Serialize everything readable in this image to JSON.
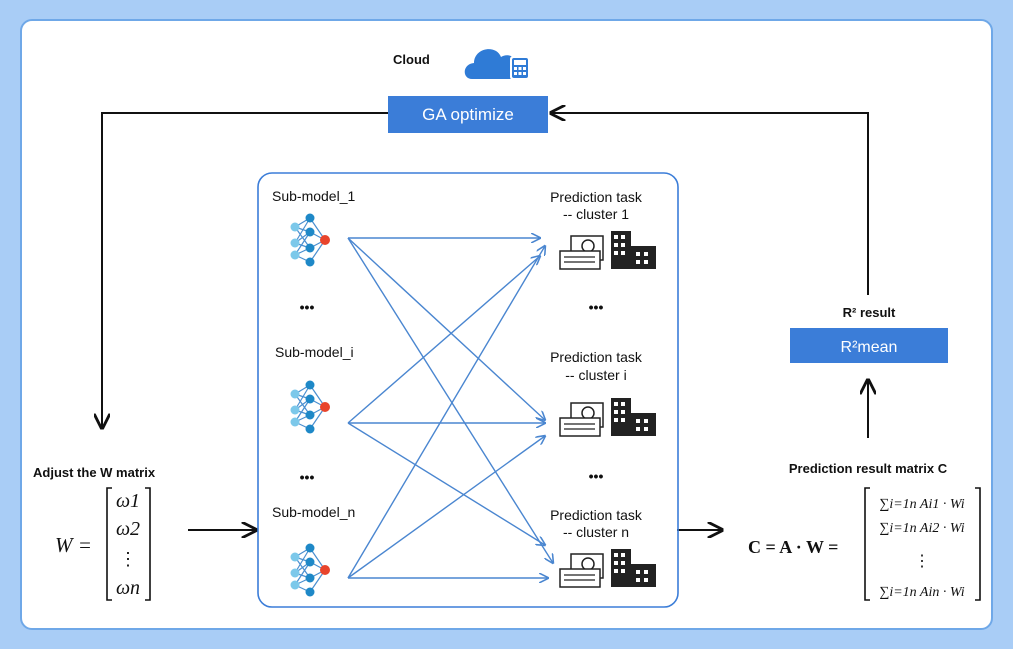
{
  "cloud_label": "Cloud",
  "ga_label": "GA optimize",
  "submodels": [
    "Sub-model_1",
    "Sub-model_i",
    "Sub-model_n"
  ],
  "ellipsis": "•••",
  "tasks": [
    {
      "line1": "Prediction task",
      "line2": "-- cluster 1"
    },
    {
      "line1": "Prediction task",
      "line2": "-- cluster i"
    },
    {
      "line1": "Prediction task",
      "line2": "-- cluster n"
    }
  ],
  "r2_result_label": "R² result",
  "r2_mean_label": "R²mean",
  "adjust_label": "Adjust the W matrix",
  "w_matrix": {
    "lhs": "W =",
    "entries": [
      "ω1",
      "ω2",
      "⋮",
      "ωn"
    ]
  },
  "c_title": "Prediction result matrix C",
  "c_matrix": {
    "lhs": "C = A · W =",
    "entries": [
      "∑i=1n Ai1 · Wi",
      "∑i=1n Ai2 · Wi",
      "⋮",
      "∑i=1n Ain · Wi"
    ]
  },
  "colors": {
    "accent": "#3b7dd8",
    "line": "#4a86d0",
    "node_blue": "#1e88c7",
    "node_light": "#7cc8ea",
    "node_red": "#e8442c",
    "frame": "#6fa8e8"
  }
}
